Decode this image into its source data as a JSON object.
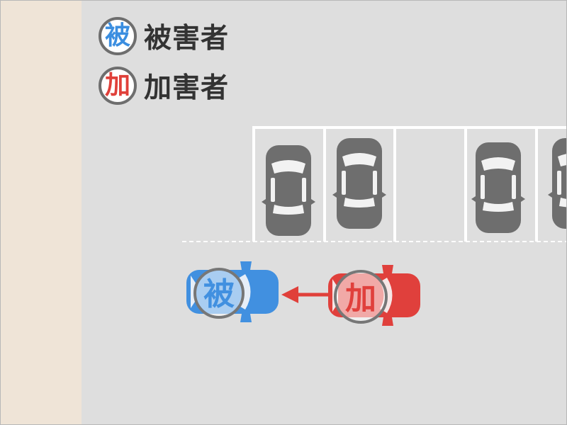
{
  "legend": {
    "victim": {
      "badge": "被",
      "label": "被害者",
      "color": "#3b8ee0"
    },
    "offender": {
      "badge": "加",
      "label": "加害者",
      "color": "#e0403a"
    }
  },
  "scene": {
    "victim_car": {
      "badge": "被",
      "color": "#4190e0"
    },
    "offender_car": {
      "badge": "加",
      "color": "#e0403c"
    },
    "movement_arrow_color": "#e0403a",
    "parked_car_color": "#6e6e6e"
  }
}
